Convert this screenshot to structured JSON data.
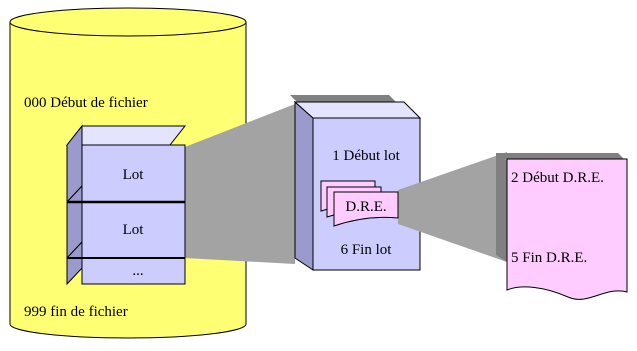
{
  "colors": {
    "cylinder": "#ffff73",
    "box_front": "#ccccff",
    "box_side": "#9a9acc",
    "box_top": "#e4e4ff",
    "document": "#ffccff",
    "connector": "#a3a3a3",
    "shadow": "#808080",
    "outline": "#000000"
  },
  "file": {
    "start_label": "000 Début de fichier",
    "end_label": "999 fin de fichier",
    "blocks": [
      {
        "label": "Lot"
      },
      {
        "label": "Lot"
      },
      {
        "label": "..."
      }
    ]
  },
  "lot": {
    "start_label": "1 Début lot",
    "dre_label": "D.R.E.",
    "end_label": "6 Fin lot"
  },
  "dre": {
    "start_label": "2 Début D.R.E.",
    "end_label": "5 Fin D.R.E."
  }
}
